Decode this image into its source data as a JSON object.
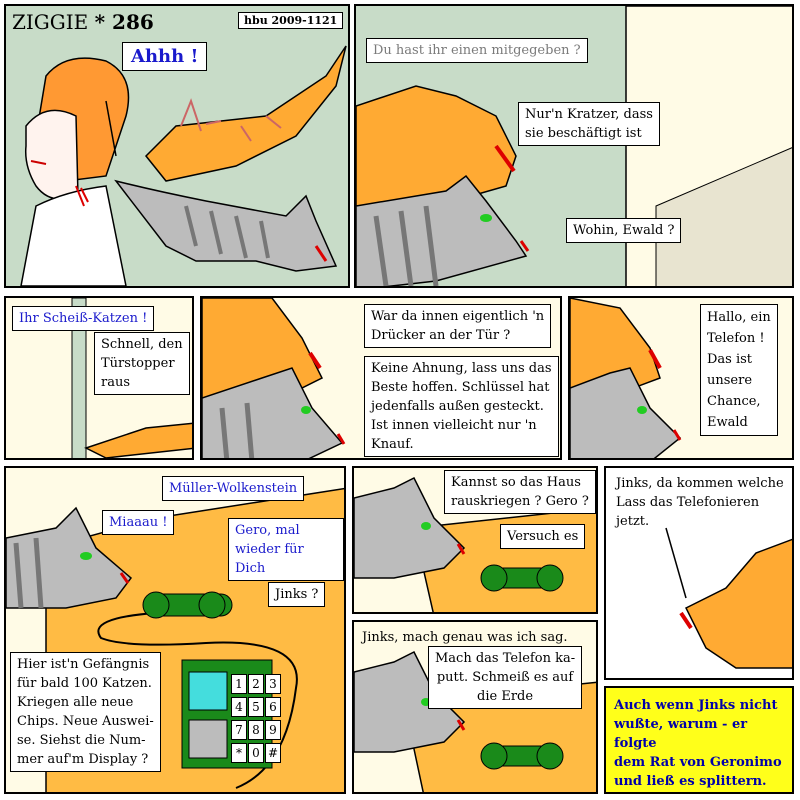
{
  "comic": {
    "title": "ZIGGIE",
    "episode": "* 286",
    "stamp": "hbu  2009-1121"
  },
  "panels": {
    "p1": {
      "shout": "Ahhh !"
    },
    "p2": {
      "q": "Du hast ihr einen mitgegeben ?",
      "a": "Nur'n Kratzer, dass\nsie beschäftigt ist",
      "b": "Wohin, Ewald ?"
    },
    "p3": {
      "shout": "Ihr Scheiß-Katzen !",
      "a": "Schnell, den\nTürstopper\nraus"
    },
    "p4": {
      "a": "War da innen eigentlich 'n\nDrücker an der Tür ?",
      "b": "Keine Ahnung, lass uns das\nBeste hoffen. Schlüssel hat\njedenfalls außen gesteckt.\nIst innen vielleicht nur 'n\nKnauf."
    },
    "p5": {
      "a": "Hallo, ein\nTelefon !\nDas ist\nunsere\nChance,\nEwald"
    },
    "p6": {
      "cat": "Miaaau !",
      "name": "Müller-Wolkenstein",
      "gero": "Gero, mal\nwieder für Dich",
      "jinks": "Jinks ?",
      "long": "Hier ist'n Gefängnis\nfür bald 100 Katzen.\nKriegen alle neue\nChips. Neue Auswei-\nse. Siehst die Num-\nmer auf'm Display ?",
      "keys": [
        "1",
        "2",
        "3",
        "4",
        "5",
        "6",
        "7",
        "8",
        "9",
        "*",
        "0",
        "#"
      ]
    },
    "p7": {
      "a": "Kannst so das Haus\nrauskriegen ? Gero ?",
      "b": "Versuch es"
    },
    "p8": {
      "a": "Jinks, mach genau was ich sag.",
      "b": "Mach das Telefon ka-\nputt. Schmeiß es auf\ndie Erde"
    },
    "p9": {
      "a": "Jinks, da kommen welche\nLass das Telefonieren\njetzt."
    },
    "p10": {
      "caption": "Auch wenn Jinks nicht\nwußte, warum - er folgte\ndem Rat von Geronimo\nund ließ es splittern."
    }
  },
  "colors": {
    "wall_green": "#c8dcc8",
    "orange_cat": "#ffaa33",
    "grey_cat": "#bcbcbc",
    "yellow_orange": "#ffbb44",
    "phone_green": "#1a8a1a",
    "caption_yellow": "#ffff1a",
    "cream": "#fffbe6"
  }
}
